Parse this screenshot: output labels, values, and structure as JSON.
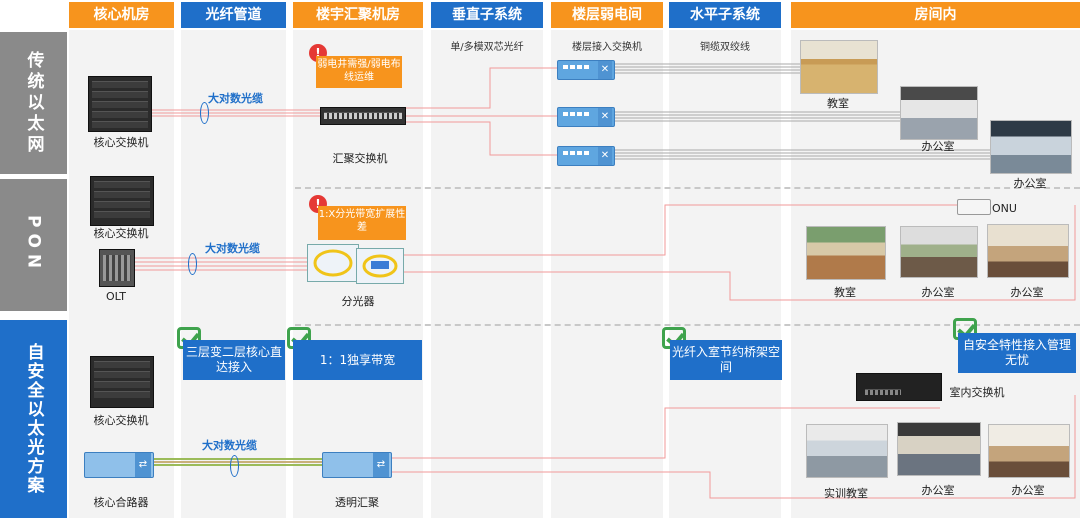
{
  "headers": {
    "core_room": "核心机房",
    "fiber_pipe": "光纤管道",
    "building_room": "楼宇汇聚机房",
    "vertical": "垂直子系统",
    "floor_room": "楼层弱电间",
    "horizontal": "水平子系统",
    "in_room": "房间内"
  },
  "subheaders": {
    "vertical": "单/多模双芯光纤",
    "floor_room": "楼层接入交换机",
    "horizontal": "铜缆双绞线"
  },
  "rows": {
    "ethernet": "传统以太网",
    "pon": "PON",
    "allopt": "自安全以太光方案"
  },
  "ethernet": {
    "core_switch": "核心交换机",
    "fiber_label": "大对数光缆",
    "agg_switch": "汇聚交换机",
    "warning": "弱电井需强/弱电布线运维",
    "room1": "教室",
    "room2": "办公室",
    "room3": "办公室"
  },
  "pon": {
    "core_switch": "核心交换机",
    "olt": "OLT",
    "fiber_label": "大对数光缆",
    "splitter": "分光器",
    "warning": "1:X分光带宽扩展性差",
    "onu": "ONU",
    "room1": "教室",
    "room2": "办公室",
    "room3": "办公室"
  },
  "allopt": {
    "core_switch": "核心交换机",
    "core_router": "核心合路器",
    "fiber_label": "大对数光缆",
    "transparent_agg": "透明汇聚",
    "benefit1": "三层变二层核心直达接入",
    "benefit2": "1：1独享带宽",
    "benefit3": "光纤入室节约桥架空间",
    "benefit4": "自安全特性接入管理无忧",
    "indoor_switch": "室内交换机",
    "room1": "实训教室",
    "room2": "办公室",
    "room3": "办公室"
  },
  "colors": {
    "orange": "#f7941d",
    "blue": "#1f6fc9",
    "gray": "#8a8a8a",
    "line_red": "#f29a9a",
    "check_green": "#3fa34d"
  }
}
